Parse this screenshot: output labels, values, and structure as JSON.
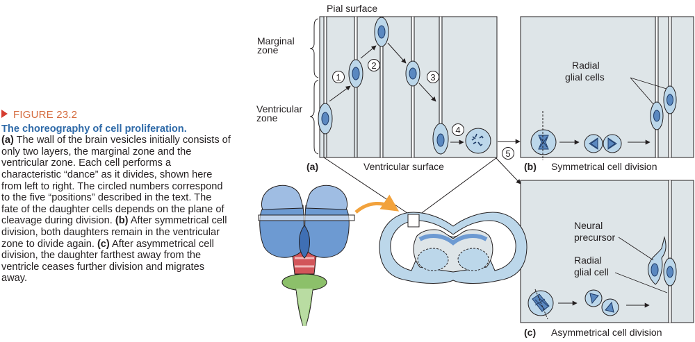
{
  "caption": {
    "figure_label": "FIGURE 23.2",
    "title": "The choreography of cell proliferation.",
    "part_a_label": "(a)",
    "part_a_text": " The wall of the brain vesicles initially consists of only two layers, the marginal zone and the ventricular zone. Each cell performs a characteristic “dance” as it divides, shown here from left to right. The circled numbers correspond to the five “positions” described in the text. The fate of the daughter cells depends on the plane of cleavage during division.",
    "part_b_label": "(b)",
    "part_b_text": " After symmetrical cell division, both daughters remain in the ventricular zone to divide again.",
    "part_c_label": "(c)",
    "part_c_text": " After asymmetrical cell division, the daughter farthest away from the ventricle ceases further division and migrates away."
  },
  "panel_a": {
    "pial_surface": "Pial surface",
    "marginal_zone_1": "Marginal",
    "marginal_zone_2": "zone",
    "ventricular_zone_1": "Ventricular",
    "ventricular_zone_2": "zone",
    "ventricular_surface": "Ventricular surface",
    "label": "(a)",
    "positions": [
      "1",
      "2",
      "3",
      "4",
      "5"
    ]
  },
  "panel_b": {
    "label": "(b)",
    "title": "Symmetrical cell division",
    "radial_glial_1": "Radial",
    "radial_glial_2": "glial cells"
  },
  "panel_c": {
    "label": "(c)",
    "title": "Asymmetrical cell division",
    "neural_precursor_1": "Neural",
    "neural_precursor_2": "precursor",
    "radial_glial_1": "Radial",
    "radial_glial_2": "glial cell"
  },
  "colors": {
    "panel_bg": "#dee5e8",
    "cell_fill": "#bcd7ea",
    "nucleus_fill": "#5a88c0",
    "brain_blue": "#6d9ad2",
    "brain_dark_blue": "#3f6fb4",
    "brainstem_red": "#d2555a",
    "brainstem_green": "#8cc06a",
    "arrow_orange": "#f2a23c",
    "caption_orange": "#d46a3c",
    "caption_blue": "#2f6aa8"
  }
}
